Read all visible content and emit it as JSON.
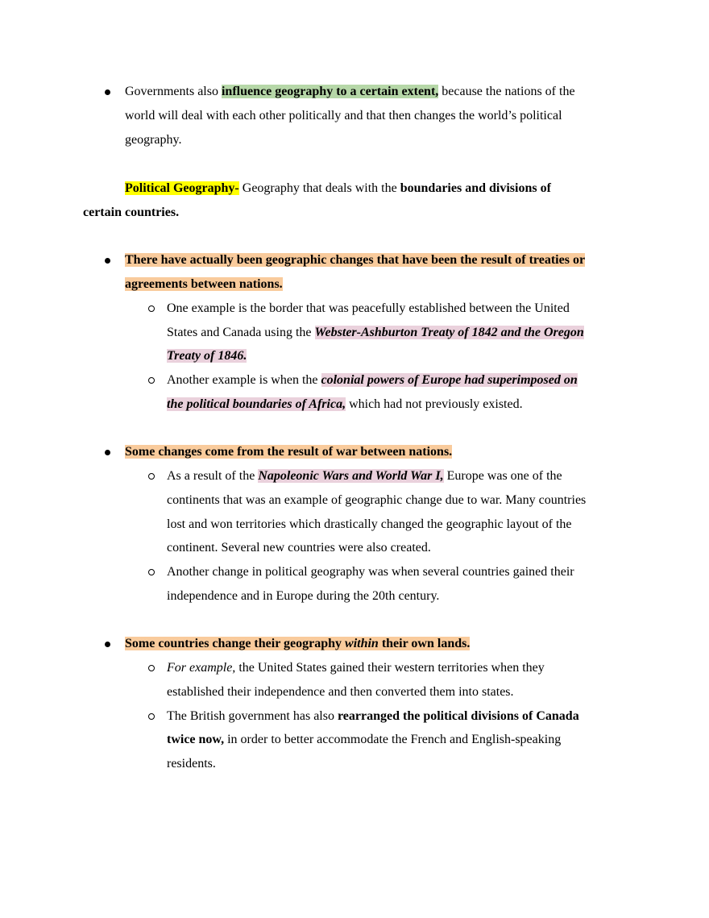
{
  "colors": {
    "highlight_green": "#b6d7a8",
    "highlight_yellow": "#ffff00",
    "highlight_orange": "#f9cb9c",
    "highlight_pink": "#ead1dc"
  },
  "intro": {
    "l1_a": "Governments also ",
    "l1_b": "influence geography to a certain extent,",
    "l1_c": " because the nations of the",
    "l2": "world will deal with each other politically and that then changes the world’s political",
    "l3": "geography."
  },
  "definition": {
    "term": "Political Geography-",
    "l1_b": " Geography that deals with the ",
    "l1_c": "boundaries and divisions of",
    "l2": "certain countries."
  },
  "section1": {
    "heading_l1": "There have actually been geographic changes that have been the result of treaties or",
    "heading_l2": "agreements between nations.",
    "sub1": {
      "l1": "One example is the border that was peacefully established between the United",
      "l2_a": "States and Canada using the ",
      "l2_b": "Webster-Ashburton Treaty of 1842 and the Oregon",
      "l3": "Treaty of 1846."
    },
    "sub2": {
      "l1_a": "Another example is when the ",
      "l1_b": "colonial powers of Europe had superimposed on",
      "l2_a": "the political boundaries of Africa,",
      "l2_b": " which had not previously existed."
    }
  },
  "section2": {
    "heading": "Some changes come from the result of war between nations.",
    "sub1": {
      "l1_a": "As a result of the ",
      "l1_b": "Napoleonic Wars and World War I,",
      "l1_c": " Europe was one of the",
      "l2": "continents that was an example of geographic change due to war. Many countries",
      "l3": "lost and won territories which drastically changed the geographic layout of the",
      "l4": "continent. Several new countries were also created."
    },
    "sub2": {
      "l1": "Another change in political geography was when several countries gained their",
      "l2": "independence and in Europe during the 20th century."
    }
  },
  "section3": {
    "heading_a": "Some countries change their geography ",
    "heading_b": "within",
    "heading_c": " their own lands.",
    "sub1": {
      "l1_a": "For example,",
      "l1_b": " the United States gained their western territories when they",
      "l2": "established their independence and then converted them into states."
    },
    "sub2": {
      "l1_a": "The British government has also ",
      "l1_b": "rearranged the political divisions of Canada",
      "l2_a": "twice now,",
      "l2_b": " in order to better accommodate the French and English-speaking",
      "l3": "residents."
    }
  }
}
